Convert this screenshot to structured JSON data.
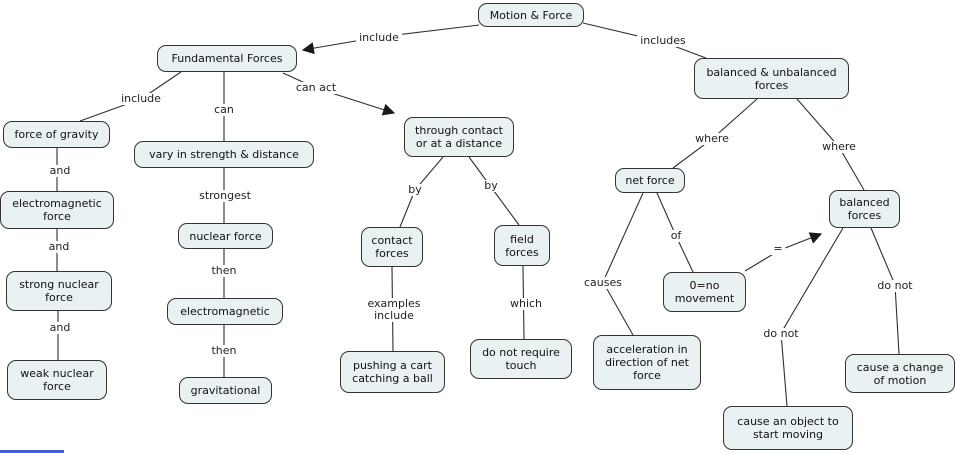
{
  "colors": {
    "background": "#ffffff",
    "node_fill": "#e9f1f3",
    "node_border": "#333333",
    "connector": "#2f2f2f",
    "text": "#111111",
    "bottom_artifact": "#3f5fdf"
  },
  "nodes": [
    {
      "id": "motion-force",
      "label": "Motion & Force"
    },
    {
      "id": "fundamental-forces",
      "label": "Fundamental Forces"
    },
    {
      "id": "balanced-unbalanced",
      "label": "balanced & unbalanced\nforces"
    },
    {
      "id": "force-of-gravity",
      "label": "force of gravity"
    },
    {
      "id": "vary-strength",
      "label": "vary in strength & distance"
    },
    {
      "id": "through-contact",
      "label": "through contact\nor at a distance"
    },
    {
      "id": "electromagnetic-force",
      "label": "electromagnetic\nforce"
    },
    {
      "id": "strong-nuclear-force",
      "label": "strong nuclear\nforce"
    },
    {
      "id": "weak-nuclear-force",
      "label": "weak nuclear\nforce"
    },
    {
      "id": "nuclear-force",
      "label": "nuclear force"
    },
    {
      "id": "electromagnetic",
      "label": "electromagnetic"
    },
    {
      "id": "gravitational",
      "label": "gravitational"
    },
    {
      "id": "contact-forces",
      "label": "contact\nforces"
    },
    {
      "id": "field-forces",
      "label": "field\nforces"
    },
    {
      "id": "pushing-cart",
      "label": "pushing a cart\ncatching a ball"
    },
    {
      "id": "no-touch",
      "label": "do not require\ntouch"
    },
    {
      "id": "net-force",
      "label": "net force"
    },
    {
      "id": "balanced-forces",
      "label": "balanced\nforces"
    },
    {
      "id": "zero-movement",
      "label": "0=no\nmovement"
    },
    {
      "id": "acceleration",
      "label": "acceleration in\ndirection of net\nforce"
    },
    {
      "id": "cause-object-move",
      "label": "cause an object to\nstart moving"
    },
    {
      "id": "cause-change-motion",
      "label": "cause a change\nof motion"
    }
  ],
  "link_labels": [
    {
      "id": "include-left",
      "text": "include"
    },
    {
      "id": "includes",
      "text": "includes"
    },
    {
      "id": "include-gravity",
      "text": "include"
    },
    {
      "id": "can",
      "text": "can"
    },
    {
      "id": "can-act",
      "text": "can act"
    },
    {
      "id": "and-1",
      "text": "and"
    },
    {
      "id": "and-2",
      "text": "and"
    },
    {
      "id": "and-3",
      "text": "and"
    },
    {
      "id": "strongest",
      "text": "strongest"
    },
    {
      "id": "then-1",
      "text": "then"
    },
    {
      "id": "then-2",
      "text": "then"
    },
    {
      "id": "by-left",
      "text": "by"
    },
    {
      "id": "by-right",
      "text": "by"
    },
    {
      "id": "examples-include",
      "text": "examples\ninclude"
    },
    {
      "id": "which",
      "text": "which"
    },
    {
      "id": "where-left",
      "text": "where"
    },
    {
      "id": "where-right",
      "text": "where"
    },
    {
      "id": "causes",
      "text": "causes"
    },
    {
      "id": "of",
      "text": "of"
    },
    {
      "id": "equals",
      "text": "="
    },
    {
      "id": "do-not-left",
      "text": "do not"
    },
    {
      "id": "do-not-right",
      "text": "do not"
    }
  ]
}
